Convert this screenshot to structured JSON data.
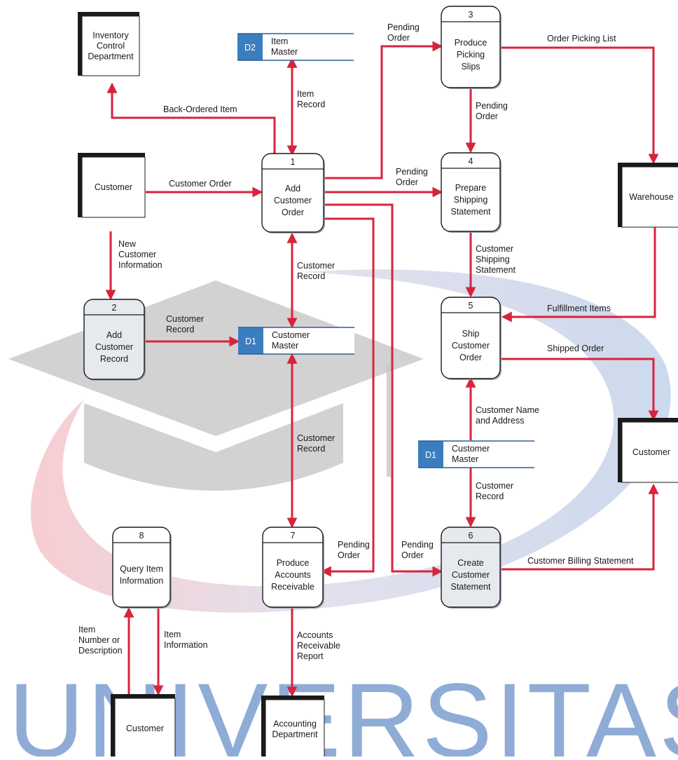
{
  "colors": {
    "flow": "#d9233c",
    "store_id_fill": "#3a7ebf",
    "process_fill_shaded": "#e6eaef",
    "watermark_blue": "#4d7cbf",
    "watermark_red": "#f0a0a8",
    "watermark_gray": "#b9b9b9"
  },
  "entities": [
    {
      "id": "inv",
      "lines": [
        "Inventory",
        "Control",
        "Department"
      ]
    },
    {
      "id": "cust_top",
      "lines": [
        "Customer"
      ]
    },
    {
      "id": "warehouse",
      "lines": [
        "Warehouse"
      ]
    },
    {
      "id": "cust_right",
      "lines": [
        "Customer"
      ]
    },
    {
      "id": "cust_bottom",
      "lines": [
        "Customer"
      ]
    },
    {
      "id": "acct",
      "lines": [
        "Accounting",
        "Department"
      ]
    }
  ],
  "processes": [
    {
      "id": "p1",
      "number": "1",
      "lines": [
        "Add",
        "Customer",
        "Order"
      ]
    },
    {
      "id": "p2",
      "number": "2",
      "lines": [
        "Add",
        "Customer",
        "Record"
      ]
    },
    {
      "id": "p3",
      "number": "3",
      "lines": [
        "Produce",
        "Picking",
        "Slips"
      ]
    },
    {
      "id": "p4",
      "number": "4",
      "lines": [
        "Prepare",
        "Shipping",
        "Statement"
      ]
    },
    {
      "id": "p5",
      "number": "5",
      "lines": [
        "Ship",
        "Customer",
        "Order"
      ]
    },
    {
      "id": "p6",
      "number": "6",
      "lines": [
        "Create",
        "Customer",
        "Statement"
      ]
    },
    {
      "id": "p7",
      "number": "7",
      "lines": [
        "Produce",
        "Accounts",
        "Receivable"
      ]
    },
    {
      "id": "p8",
      "number": "8",
      "lines": [
        "Query Item",
        "Information"
      ]
    }
  ],
  "stores": [
    {
      "id": "d2",
      "code": "D2",
      "lines": [
        "Item",
        "Master"
      ]
    },
    {
      "id": "d1a",
      "code": "D1",
      "lines": [
        "Customer",
        "Master"
      ]
    },
    {
      "id": "d1b",
      "code": "D1",
      "lines": [
        "Customer",
        "Master"
      ]
    }
  ],
  "flow_labels": [
    {
      "id": "back_ordered",
      "lines": [
        "Back-Ordered Item"
      ]
    },
    {
      "id": "item_record",
      "lines": [
        "Item",
        "Record"
      ]
    },
    {
      "id": "pending_3",
      "lines": [
        "Pending",
        "Order"
      ]
    },
    {
      "id": "picking_list",
      "lines": [
        "Order Picking List"
      ]
    },
    {
      "id": "pending_34",
      "lines": [
        "Pending",
        "Order"
      ]
    },
    {
      "id": "customer_order",
      "lines": [
        "Customer Order"
      ]
    },
    {
      "id": "pending_4",
      "lines": [
        "Pending",
        "Order"
      ]
    },
    {
      "id": "new_customer",
      "lines": [
        "New",
        "Customer",
        "Information"
      ]
    },
    {
      "id": "cust_record_1",
      "lines": [
        "Customer",
        "Record"
      ]
    },
    {
      "id": "shipping_stmt",
      "lines": [
        "Customer",
        "Shipping",
        "Statement"
      ]
    },
    {
      "id": "cust_record_2",
      "lines": [
        "Customer",
        "Record"
      ]
    },
    {
      "id": "fulfillment",
      "lines": [
        "Fulfillment Items"
      ]
    },
    {
      "id": "shipped",
      "lines": [
        "Shipped Order"
      ]
    },
    {
      "id": "name_address",
      "lines": [
        "Customer Name",
        "and Address"
      ]
    },
    {
      "id": "cust_record_3",
      "lines": [
        "Customer",
        "Record"
      ]
    },
    {
      "id": "cust_record_4",
      "lines": [
        "Customer",
        "Record"
      ]
    },
    {
      "id": "pending_7",
      "lines": [
        "Pending",
        "Order"
      ]
    },
    {
      "id": "pending_6",
      "lines": [
        "Pending",
        "Order"
      ]
    },
    {
      "id": "billing",
      "lines": [
        "Customer Billing Statement"
      ]
    },
    {
      "id": "item_number",
      "lines": [
        "Item",
        "Number or",
        "Description"
      ]
    },
    {
      "id": "item_info",
      "lines": [
        "Item",
        "Information"
      ]
    },
    {
      "id": "ar_report",
      "lines": [
        "Accounts",
        "Receivable",
        "Report"
      ]
    }
  ],
  "watermark": {
    "text": "UNIVERSITAS"
  }
}
